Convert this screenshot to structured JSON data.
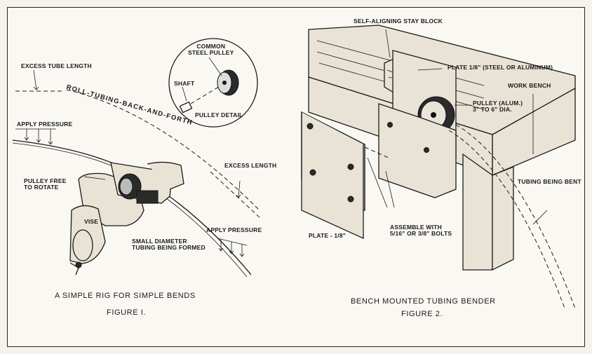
{
  "figure1": {
    "excess_tube_length": "EXCESS TUBE LENGTH",
    "roll_tubing": "ROLL-TUBING-BACK-AND-FORTH",
    "apply_pressure_top": "APPLY PRESSURE",
    "common_steel_pulley": "COMMON\nSTEEL PULLEY",
    "shaft": "SHAFT",
    "pulley_detail": "PULLEY DETAIL",
    "excess_length": "EXCESS LENGTH",
    "pulley_free": "PULLEY FREE\nTO ROTATE",
    "vise": "VISE",
    "apply_pressure_bottom": "APPLY PRESSURE",
    "small_diameter": "SMALL DIAMETER\nTUBING BEING FORMED",
    "caption_title": "A SIMPLE RIG FOR SIMPLE BENDS",
    "caption_figure": "FIGURE I."
  },
  "figure2": {
    "stay_block": "SELF-ALIGNING STAY BLOCK",
    "plate_top": "PLATE 1/8\" (STEEL OR ALUMINUM)",
    "work_bench": "WORK BENCH",
    "pulley": "PULLEY (ALUM.)\n3\" TO 6\" DIA.",
    "tubing_bent": "TUBING BEING BENT",
    "assemble": "ASSEMBLE WITH\n5/16\" OR 3/8\" BOLTS",
    "plate_bottom": "PLATE - 1/8\"",
    "caption_title": "BENCH MOUNTED TUBING BENDER",
    "caption_figure": "FIGURE 2."
  }
}
